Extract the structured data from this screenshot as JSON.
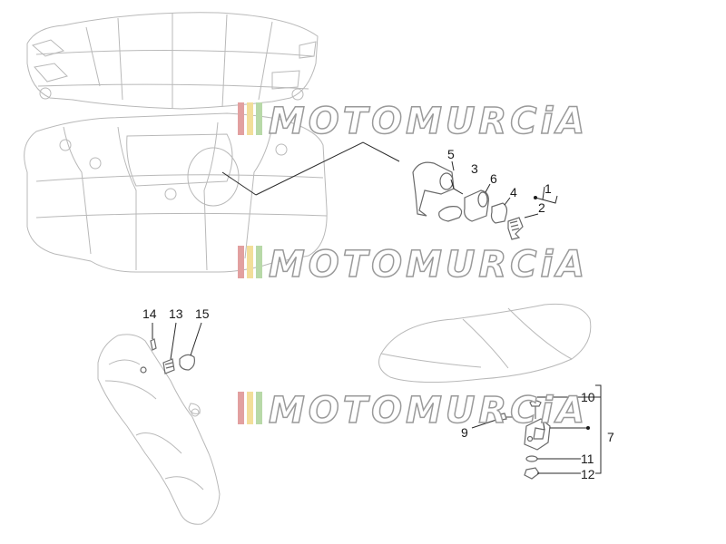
{
  "watermark": {
    "brand": "MOTOMURCiA",
    "stripe_colors": [
      "#e2a0a0",
      "#f2de9a",
      "#b8d9a8"
    ]
  },
  "callouts": {
    "c1": "1",
    "c2": "2",
    "c3": "3",
    "c4": "4",
    "c5": "5",
    "c6": "6",
    "c7": "7",
    "c9": "9",
    "c10": "10",
    "c11": "11",
    "c12": "12",
    "c13": "13",
    "c14": "14",
    "c15": "15"
  },
  "colors": {
    "line_art": "#b9b9b9",
    "part_art": "#6a6a6a",
    "callout_text": "#1a1a1a"
  }
}
